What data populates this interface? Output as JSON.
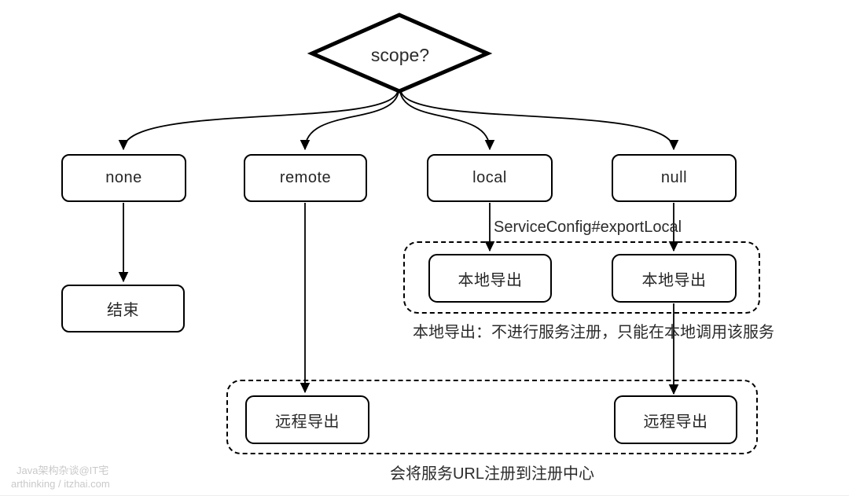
{
  "diagram": {
    "decision": {
      "label": "scope?"
    },
    "branches": [
      {
        "id": "none",
        "label": "none"
      },
      {
        "id": "remote",
        "label": "remote"
      },
      {
        "id": "local",
        "label": "local"
      },
      {
        "id": "null",
        "label": "null"
      }
    ],
    "end_node": {
      "label": "结束"
    },
    "edge_label": "ServiceConfig#exportLocal",
    "local_export_group": {
      "boxes": [
        {
          "label": "本地导出"
        },
        {
          "label": "本地导出"
        }
      ],
      "note": "本地导出：不进行服务注册，只能在本地调用该服务"
    },
    "remote_export_group": {
      "boxes": [
        {
          "label": "远程导出"
        },
        {
          "label": "远程导出"
        }
      ],
      "note": "会将服务URL注册到注册中心"
    }
  },
  "watermark": {
    "line1": "Java架构杂谈@IT宅",
    "line2": "arthinking / itzhai.com"
  },
  "colors": {
    "stroke": "#000000",
    "text": "#2b2b2b",
    "background": "#ffffff",
    "watermark": "#c9c9c9"
  }
}
